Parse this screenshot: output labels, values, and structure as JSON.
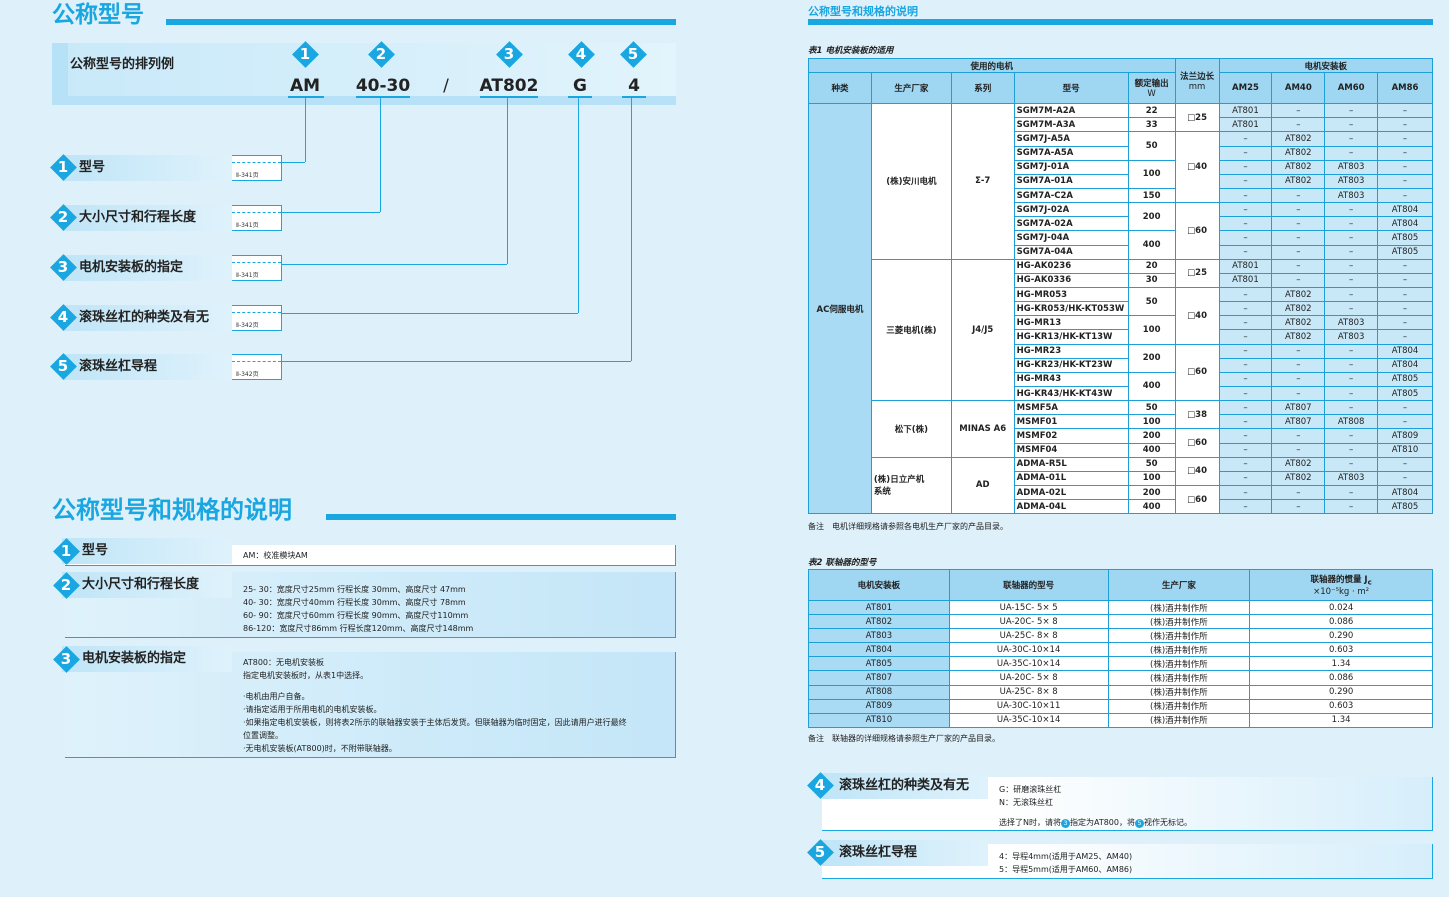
{
  "left": {
    "title1": "公称型号",
    "example_label": "公称型号的排列例",
    "markers": [
      "1",
      "2",
      "3",
      "4",
      "5"
    ],
    "codes": {
      "c1": "AM",
      "c2": "40-30",
      "slash": "/",
      "c3": "AT802",
      "c4": "G",
      "c5": "4"
    },
    "rows": [
      {
        "n": "1",
        "label": "型号",
        "ref": "Ⅱ-341页"
      },
      {
        "n": "2",
        "label": "大小尺寸和行程长度",
        "ref": "Ⅱ-341页"
      },
      {
        "n": "3",
        "label": "电机安装板的指定",
        "ref": "Ⅱ-341页"
      },
      {
        "n": "4",
        "label": "滚珠丝杠的种类及有无",
        "ref": "Ⅱ-342页"
      },
      {
        "n": "5",
        "label": "滚珠丝杠导程",
        "ref": "Ⅱ-342页"
      }
    ],
    "title2": "公称型号和规格的说明",
    "spec1": {
      "n": "1",
      "title": "型号",
      "text": "AM：校准模块AM"
    },
    "spec2": {
      "n": "2",
      "title": "大小尺寸和行程长度",
      "lines": [
        "25- 30：宽度尺寸25mm 行程长度  30mm、高度尺寸  47mm",
        "40- 30：宽度尺寸40mm 行程长度  30mm、高度尺寸  78mm",
        "60- 90：宽度尺寸60mm 行程长度  90mm、高度尺寸110mm",
        "86-120：宽度尺寸86mm 行程长度120mm、高度尺寸148mm"
      ]
    },
    "spec3": {
      "n": "3",
      "title": "电机安装板的指定",
      "lines": [
        "AT800：无电机安装板",
        "指定电机安装板时，从表1中选择。"
      ],
      "bullets": [
        "·电机由用户自备。",
        "·请指定适用于所用电机的电机安装板。",
        "·如果指定电机安装板，则将表2所示的联轴器安装于主体后发货。但联轴器为临时固定，因此请用户进行最终",
        "  位置调整。",
        "·无电机安装板(AT800)时，不附带联轴器。"
      ]
    }
  },
  "right": {
    "title": "公称型号和规格的说明",
    "t1_caption": "表1 电机安装板的适用",
    "t1_head": {
      "motor_group": "使用的电机",
      "flange": "法兰边长",
      "flange_unit": "mm",
      "plate_group": "电机安装板",
      "kind": "种类",
      "maker": "生产厂家",
      "series": "系列",
      "model": "型号",
      "power": "额定输出",
      "power_unit": "W",
      "p1": "AM25",
      "p2": "AM40",
      "p3": "AM60",
      "p4": "AM86"
    },
    "t1_kind": "AC伺服电机",
    "t1_makers": [
      "(株)安川电机",
      "三菱电机(株)",
      "松下(株)",
      "(株)日立产机",
      "系统"
    ],
    "t1_series": [
      "Σ-7",
      "J4/J5",
      "MINAS A6",
      "AD"
    ],
    "t1_models": [
      "SGM7M-A2A",
      "SGM7M-A3A",
      "SGM7J-A5A",
      "SGM7A-A5A",
      "SGM7J-01A",
      "SGM7A-01A",
      "SGM7A-C2A",
      "SGM7J-02A",
      "SGM7A-02A",
      "SGM7J-04A",
      "SGM7A-04A",
      "HG-AK0236",
      "HG-AK0336",
      "HG-MR053",
      "HG-KR053/HK-KT053W",
      "HG-MR13",
      "HG-KR13/HK-KT13W",
      "HG-MR23",
      "HG-KR23/HK-KT23W",
      "HG-MR43",
      "HG-KR43/HK-KT43W",
      "MSMF5A",
      "MSMF01",
      "MSMF02",
      "MSMF04",
      "ADMA-R5L",
      "ADMA-01L",
      "ADMA-02L",
      "ADMA-04L"
    ],
    "t1_power": [
      "22",
      "33",
      "50",
      "100",
      "150",
      "200",
      "400",
      "20",
      "30",
      "50",
      "100",
      "200",
      "400",
      "50",
      "100",
      "200",
      "400",
      "50",
      "100",
      "200",
      "400"
    ],
    "t1_flange": [
      "□25",
      "□40",
      "□60",
      "□25",
      "□40",
      "□60",
      "□38",
      "□60",
      "□40",
      "□60"
    ],
    "t1_plates": [
      [
        "AT801",
        "–",
        "–",
        "–"
      ],
      [
        "AT801",
        "–",
        "–",
        "–"
      ],
      [
        "–",
        "AT802",
        "–",
        "–"
      ],
      [
        "–",
        "AT802",
        "–",
        "–"
      ],
      [
        "–",
        "AT802",
        "AT803",
        "–"
      ],
      [
        "–",
        "AT802",
        "AT803",
        "–"
      ],
      [
        "–",
        "–",
        "AT803",
        "–"
      ],
      [
        "–",
        "–",
        "–",
        "AT804"
      ],
      [
        "–",
        "–",
        "–",
        "AT804"
      ],
      [
        "–",
        "–",
        "–",
        "AT805"
      ],
      [
        "–",
        "–",
        "–",
        "AT805"
      ],
      [
        "AT801",
        "–",
        "–",
        "–"
      ],
      [
        "AT801",
        "–",
        "–",
        "–"
      ],
      [
        "–",
        "AT802",
        "–",
        "–"
      ],
      [
        "–",
        "AT802",
        "–",
        "–"
      ],
      [
        "–",
        "AT802",
        "AT803",
        "–"
      ],
      [
        "–",
        "AT802",
        "AT803",
        "–"
      ],
      [
        "–",
        "–",
        "–",
        "AT804"
      ],
      [
        "–",
        "–",
        "–",
        "AT804"
      ],
      [
        "–",
        "–",
        "–",
        "AT805"
      ],
      [
        "–",
        "–",
        "–",
        "AT805"
      ],
      [
        "–",
        "AT807",
        "–",
        "–"
      ],
      [
        "–",
        "AT807",
        "AT808",
        "–"
      ],
      [
        "–",
        "–",
        "–",
        "AT809"
      ],
      [
        "–",
        "–",
        "–",
        "AT810"
      ],
      [
        "–",
        "AT802",
        "–",
        "–"
      ],
      [
        "–",
        "AT802",
        "AT803",
        "–"
      ],
      [
        "–",
        "–",
        "–",
        "AT804"
      ],
      [
        "–",
        "–",
        "–",
        "AT805"
      ]
    ],
    "t1_note": "备注　电机详细规格请参照各电机生产厂家的产品目录。",
    "t2_caption": "表2 联轴器的型号",
    "t2_head": {
      "h1": "电机安装板",
      "h2": "联轴器的型号",
      "h3": "生产厂家",
      "h4": "联轴器的惯量 J",
      "h4_sub": "c",
      "h4_unit": "×10⁻⁵kg · m²"
    },
    "t2_rows": [
      [
        "AT801",
        "UA-15C-  5×  5",
        "(株)酒井制作所",
        "0.024"
      ],
      [
        "AT802",
        "UA-20C-  5×  8",
        "(株)酒井制作所",
        "0.086"
      ],
      [
        "AT803",
        "UA-25C-  8×  8",
        "(株)酒井制作所",
        "0.290"
      ],
      [
        "AT804",
        "UA-30C-10×14",
        "(株)酒井制作所",
        "0.603"
      ],
      [
        "AT805",
        "UA-35C-10×14",
        "(株)酒井制作所",
        "1.34"
      ],
      [
        "AT807",
        "UA-20C-  5×  8",
        "(株)酒井制作所",
        "0.086"
      ],
      [
        "AT808",
        "UA-25C-  8×  8",
        "(株)酒井制作所",
        "0.290"
      ],
      [
        "AT809",
        "UA-30C-10×11",
        "(株)酒井制作所",
        "0.603"
      ],
      [
        "AT810",
        "UA-35C-10×14",
        "(株)酒井制作所",
        "1.34"
      ]
    ],
    "t2_note": "备注　联轴器的详细规格请参照生产厂家的产品目录。",
    "s4": {
      "n": "4",
      "title": "滚珠丝杠的种类及有无",
      "l1": "G：研磨滚珠丝杠",
      "l2": "N：无滚珠丝杠",
      "l3a": "选择了N时，请将",
      "l3m1": "3",
      "l3b": "指定为AT800，将",
      "l3m2": "5",
      "l3c": "视作无标记。"
    },
    "s5": {
      "n": "5",
      "title": "滚珠丝杠导程",
      "l1": "4：导程4mm(适用于AM25、AM40)",
      "l2": "5：导程5mm(适用于AM60、AM86)"
    }
  }
}
